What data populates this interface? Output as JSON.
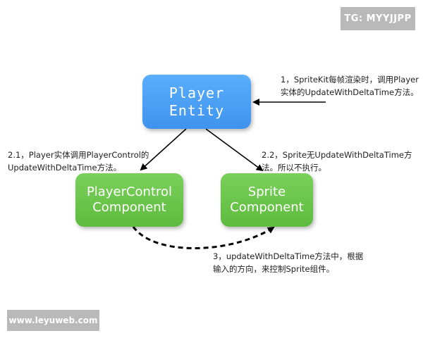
{
  "watermarks": {
    "top_right": "TG: MYYJJPP",
    "bottom_left": "www.leyuweb.com"
  },
  "nodes": {
    "player_entity": {
      "line1": "Player",
      "line2": "Entity",
      "color": "#4aa0f5"
    },
    "player_control": {
      "line1": "PlayerControl",
      "line2": "Component",
      "color": "#68c448"
    },
    "sprite": {
      "line1": "Sprite",
      "line2": "Component",
      "color": "#68c448"
    }
  },
  "notes": {
    "step1": {
      "line1": "1，SpriteKit每帧渲染时，调用Player",
      "line2": "实体的UpdateWithDeltaTime方法。"
    },
    "step2_1": {
      "line1": "2.1，Player实体调用PlayerControl的",
      "line2": "UpdateWithDeltaTime方法。"
    },
    "step2_2": {
      "line1": "2.2，Sprite无UpdateWithDeltaTime方",
      "line2": "法。所以不执行。"
    },
    "step3": {
      "line1": "3，updateWithDeltaTime方法中，根据",
      "line2": "输入的方向，来控制Sprite组件。"
    }
  },
  "edges": [
    {
      "from": "external",
      "to": "player_entity",
      "style": "solid"
    },
    {
      "from": "player_entity",
      "to": "player_control",
      "style": "solid"
    },
    {
      "from": "player_entity",
      "to": "sprite",
      "style": "solid"
    },
    {
      "from": "player_control",
      "to": "sprite",
      "style": "dashed"
    }
  ]
}
